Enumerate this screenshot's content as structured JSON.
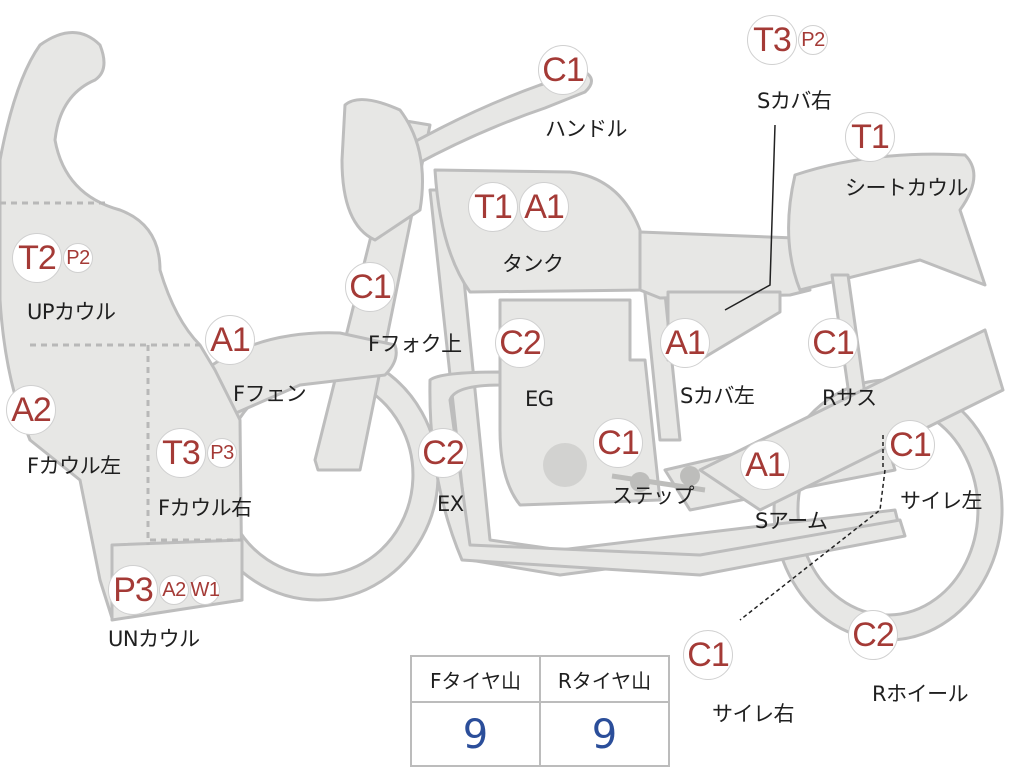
{
  "parts": [
    {
      "id": "handle",
      "codes": [
        "C1"
      ],
      "label": "ハンドル"
    },
    {
      "id": "side-cover-right",
      "codes": [
        "T3",
        "P2"
      ],
      "label": "Sカバ右"
    },
    {
      "id": "seat-cowl",
      "codes": [
        "T1"
      ],
      "label": "シートカウル"
    },
    {
      "id": "tank",
      "codes": [
        "T1",
        "A1"
      ],
      "label": "タンク"
    },
    {
      "id": "up-cowl",
      "codes": [
        "T2",
        "P2"
      ],
      "label": "UPカウル"
    },
    {
      "id": "front-fork-upper",
      "codes": [
        "C1"
      ],
      "label": "Fフォク上"
    },
    {
      "id": "front-fender",
      "codes": [
        "A1"
      ],
      "label": "Fフェン"
    },
    {
      "id": "engine",
      "codes": [
        "C2"
      ],
      "label": "EG"
    },
    {
      "id": "side-cover-left",
      "codes": [
        "A1"
      ],
      "label": "Sカバ左"
    },
    {
      "id": "rear-suspension",
      "codes": [
        "C1"
      ],
      "label": "Rサス"
    },
    {
      "id": "front-cowl-left",
      "codes": [
        "A2"
      ],
      "label": "Fカウル左"
    },
    {
      "id": "front-cowl-right",
      "codes": [
        "T3",
        "P3"
      ],
      "label": "Fカウル右"
    },
    {
      "id": "exhaust",
      "codes": [
        "C2"
      ],
      "label": "EX"
    },
    {
      "id": "step",
      "codes": [
        "C1"
      ],
      "label": "ステップ"
    },
    {
      "id": "swing-arm",
      "codes": [
        "A1"
      ],
      "label": "Sアーム"
    },
    {
      "id": "silencer-left",
      "codes": [
        "C1"
      ],
      "label": "サイレ左"
    },
    {
      "id": "under-cowl",
      "codes": [
        "P3",
        "A2",
        "W1"
      ],
      "label": "UNカウル"
    },
    {
      "id": "silencer-right",
      "codes": [
        "C1"
      ],
      "label": "サイレ右"
    },
    {
      "id": "rear-wheel",
      "codes": [
        "C2"
      ],
      "label": "Rホイール"
    }
  ],
  "tire_table": {
    "headers": [
      "Fタイヤ山",
      "Rタイヤ山"
    ],
    "values": [
      "9",
      "9"
    ]
  },
  "colors": {
    "body_fill": "#e7e7e5",
    "body_stroke": "#bdbdbd",
    "badge_text": "#a43a36",
    "table_value": "#2b4e9a"
  }
}
